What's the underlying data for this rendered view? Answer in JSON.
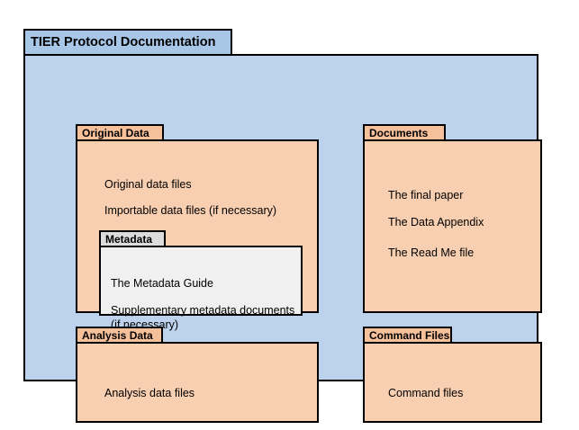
{
  "diagram": {
    "title": "TIER Protocol Documentation",
    "colors": {
      "outer_tab": "#a8c7e7",
      "outer_body": "#bdd3ed",
      "package_tab": "#f6c09a",
      "package_body": "#f8cfb0",
      "metadata_tab": "#dcdcdc",
      "metadata_body": "#f0f0f0",
      "border": "#000000",
      "page_background": "#ffffff"
    },
    "packages": {
      "original_data": {
        "title": "Original Data",
        "items": [
          "Original data files",
          "Importable data files (if necessary)"
        ],
        "nested": {
          "metadata": {
            "title": "Metadata",
            "items": [
              "The Metadata Guide",
              "Supplementary metadata documents (if necessary)"
            ]
          }
        }
      },
      "documents": {
        "title": "Documents",
        "items": [
          "The final paper",
          "The Data Appendix",
          "The Read Me file"
        ]
      },
      "analysis_data": {
        "title": "Analysis Data",
        "items": [
          "Analysis data files"
        ]
      },
      "command_files": {
        "title": "Command Files",
        "items": [
          "Command files"
        ]
      }
    }
  }
}
